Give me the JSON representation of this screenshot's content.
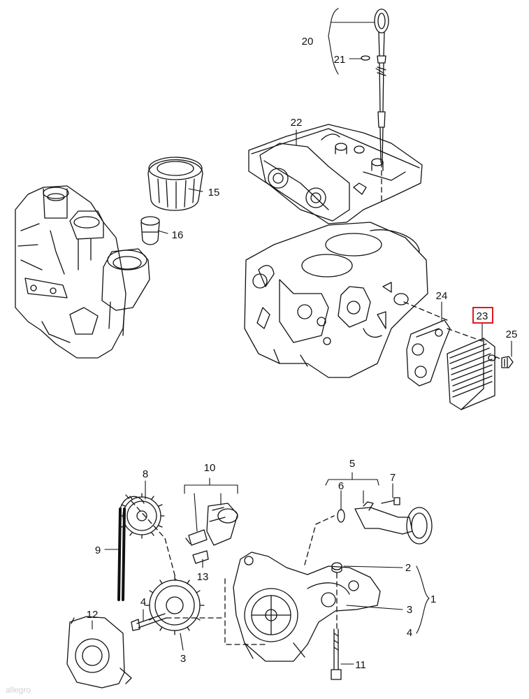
{
  "callouts": [
    {
      "id": "1",
      "label": "1"
    },
    {
      "id": "2",
      "label": "2"
    },
    {
      "id": "3",
      "label": "3"
    },
    {
      "id": "3b",
      "label": "3"
    },
    {
      "id": "4",
      "label": "4"
    },
    {
      "id": "4b",
      "label": "4"
    },
    {
      "id": "5",
      "label": "5"
    },
    {
      "id": "6",
      "label": "6"
    },
    {
      "id": "7",
      "label": "7"
    },
    {
      "id": "8",
      "label": "8"
    },
    {
      "id": "9",
      "label": "9"
    },
    {
      "id": "10",
      "label": "10"
    },
    {
      "id": "11",
      "label": "11"
    },
    {
      "id": "12",
      "label": "12"
    },
    {
      "id": "13",
      "label": "13"
    },
    {
      "id": "15",
      "label": "15"
    },
    {
      "id": "16",
      "label": "16"
    },
    {
      "id": "20",
      "label": "20"
    },
    {
      "id": "21",
      "label": "21"
    },
    {
      "id": "22",
      "label": "22"
    },
    {
      "id": "23",
      "label": "23"
    },
    {
      "id": "24",
      "label": "24"
    },
    {
      "id": "25",
      "label": "25"
    }
  ],
  "highlight": {
    "label": "23",
    "color": "#e0191e"
  },
  "watermark": "allegro"
}
